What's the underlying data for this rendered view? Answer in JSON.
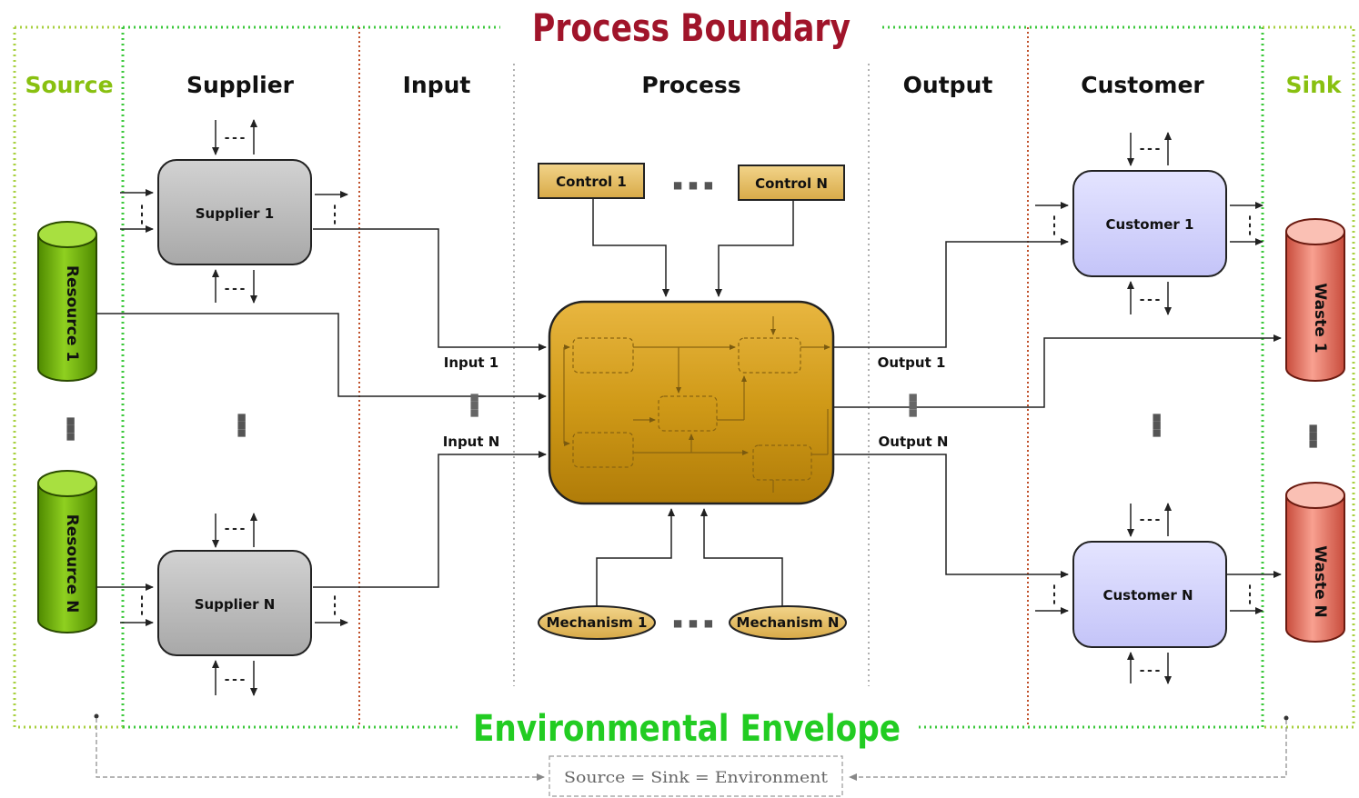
{
  "titles": {
    "process_boundary": "Process Boundary",
    "environmental_envelope": "Environmental Envelope",
    "environment_equation": "Source = Sink = Environment"
  },
  "columns": {
    "source": "Source",
    "supplier": "Supplier",
    "input": "Input",
    "process": "Process",
    "output": "Output",
    "customer": "Customer",
    "sink": "Sink"
  },
  "resources": {
    "first": "Resource 1",
    "last": "Resource N"
  },
  "suppliers": {
    "first": "Supplier 1",
    "last": "Supplier N"
  },
  "inputs": {
    "first": "Input 1",
    "last": "Input N"
  },
  "controls": {
    "first": "Control 1",
    "last": "Control N"
  },
  "mechanisms": {
    "first": "Mechanism 1",
    "last": "Mechanism N"
  },
  "outputs": {
    "first": "Output 1",
    "last": "Output N"
  },
  "customers": {
    "first": "Customer 1",
    "last": "Customer N"
  },
  "wastes": {
    "first": "Waste 1",
    "last": "Waste N"
  },
  "ellipsis": "…",
  "colors": {
    "process_red": "#a0142a",
    "env_green": "#22cc22",
    "source_sink_green": "#88c010",
    "supplier_gray": "#b8b8b8",
    "process_gold": "#d4a020",
    "control_tan": "#e9c36a",
    "customer_lavender": "#d4d4ff",
    "resource_green": "#70b000",
    "waste_red": "#f08070",
    "boundary_brown": "#c0502a"
  }
}
